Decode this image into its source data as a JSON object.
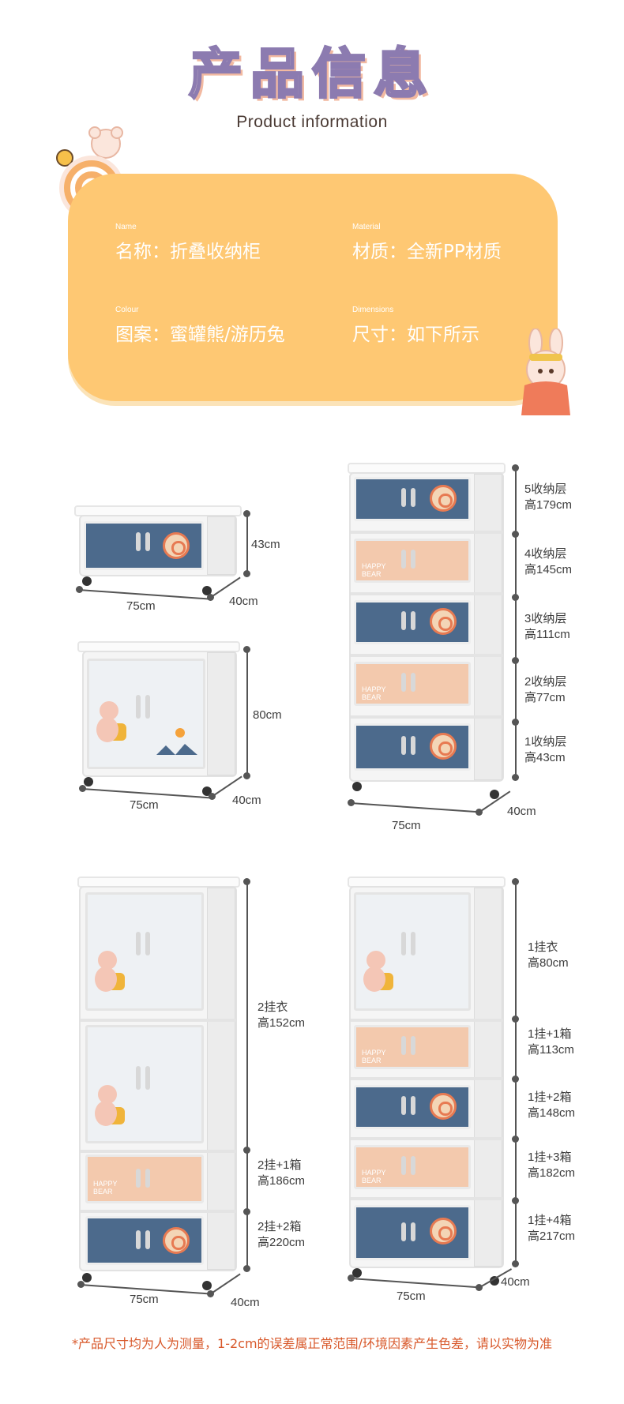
{
  "header": {
    "title_cn": "产品信息",
    "title_en": "Product information"
  },
  "info": {
    "name_en": "Name",
    "name_cn": "名称：折叠收纳柜",
    "material_en": "Material",
    "material_cn": "材质：全新PP材质",
    "colour_en": "Colour",
    "colour_cn": "图案：蜜罐熊/游历兔",
    "dimensions_en": "Dimensions",
    "dimensions_cn": "尺寸：如下所示"
  },
  "colors": {
    "card": "#fec873",
    "blue_door": "#4c6a8c",
    "accent": "#d8582a"
  },
  "cabinets": {
    "c1": {
      "height": "43cm",
      "width": "75cm",
      "depth": "40cm"
    },
    "c2": {
      "height": "80cm",
      "width": "75cm",
      "depth": "40cm"
    },
    "c3": {
      "levels": [
        {
          "name": "5收纳层",
          "height": "高179cm"
        },
        {
          "name": "4收纳层",
          "height": "高145cm"
        },
        {
          "name": "3收纳层",
          "height": "高111cm"
        },
        {
          "name": "2收纳层",
          "height": "高77cm"
        },
        {
          "name": "1收纳层",
          "height": "高43cm"
        }
      ],
      "width": "75cm",
      "depth": "40cm"
    },
    "c4": {
      "levels": [
        {
          "name": "2挂衣",
          "height": "高152cm"
        },
        {
          "name": "2挂+1箱",
          "height": "高186cm"
        },
        {
          "name": "2挂+2箱",
          "height": "高220cm"
        }
      ],
      "width": "75cm",
      "depth": "40cm"
    },
    "c5": {
      "levels": [
        {
          "name": "1挂衣",
          "height": "高80cm"
        },
        {
          "name": "1挂+1箱",
          "height": "高113cm"
        },
        {
          "name": "1挂+2箱",
          "height": "高148cm"
        },
        {
          "name": "1挂+3箱",
          "height": "高182cm"
        },
        {
          "name": "1挂+4箱",
          "height": "高217cm"
        }
      ],
      "width": "75cm",
      "depth": "40cm"
    }
  },
  "door_text": {
    "happy_bear": "HAPPY BEAR"
  },
  "footnote": "*产品尺寸均为人为测量，1-2cm的误差属正常范围/环境因素产生色差，请以实物为准"
}
